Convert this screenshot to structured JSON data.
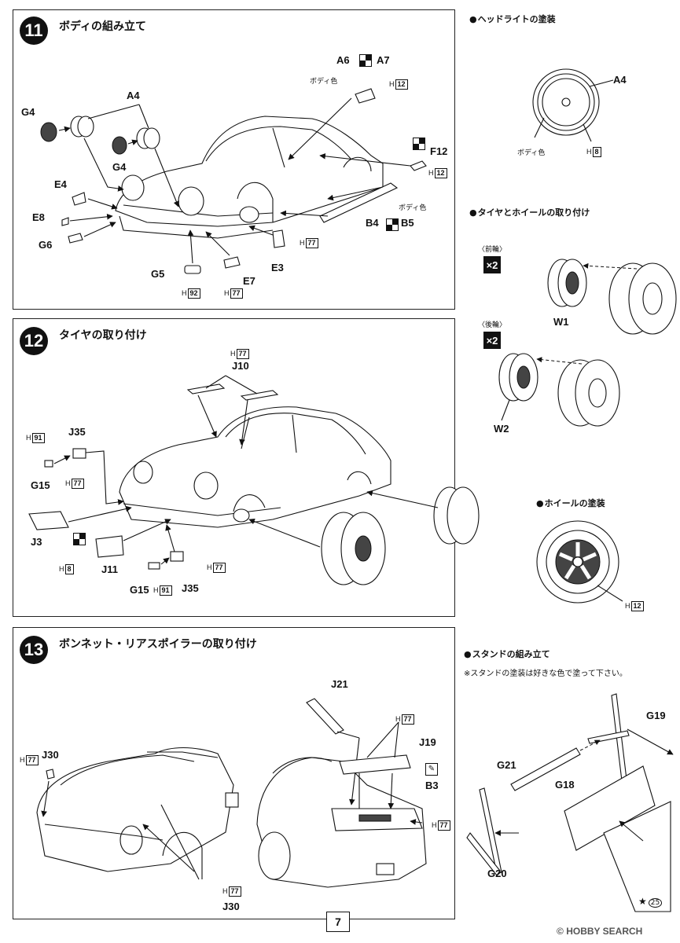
{
  "steps": [
    {
      "num": "11",
      "title": "ボディの組み立て"
    },
    {
      "num": "12",
      "title": "タイヤの取り付け"
    },
    {
      "num": "13",
      "title": "ボンネット・リアスポイラーの取り付け"
    }
  ],
  "step11": {
    "labels": {
      "a6": "A6",
      "a7": "A7",
      "a4": "A4",
      "g4a": "G4",
      "g4b": "G4",
      "f12": "F12",
      "e4": "E4",
      "e8": "E8",
      "g6": "G6",
      "g5": "G5",
      "e7": "E7",
      "e3": "E3",
      "b4": "B4",
      "b5": "B5"
    },
    "body_color_1": "ボディ色",
    "body_color_2": "ボディ色",
    "h_a6": "12",
    "h_f12": "12",
    "h_e3": "77",
    "h_g5": "92",
    "h_e7": "77"
  },
  "step12": {
    "labels": {
      "j10": "J10",
      "j35a": "J35",
      "g15a": "G15",
      "j3": "J3",
      "j11": "J11",
      "g15b": "G15",
      "j35b": "J35"
    },
    "h_j10": "77",
    "h_g15a": "91",
    "h_j35a": "77",
    "h_j3": "8",
    "h_g15b": "91",
    "h_j35b": "77"
  },
  "step13": {
    "labels": {
      "j21": "J21",
      "j19": "J19",
      "b3": "B3",
      "j30a": "J30",
      "j30b": "J30"
    },
    "h_j21": "77",
    "h_b3": "77",
    "h_j30a": "77",
    "h_j30b": "77"
  },
  "side": {
    "headlight": {
      "title": "ヘッドライトの塗装",
      "a4": "A4",
      "body_color": "ボディ色",
      "h": "8"
    },
    "tire": {
      "title": "タイヤとホイールの取り付け",
      "front": "〈前輪〉",
      "rear": "〈後輪〉",
      "qty_front": "×2",
      "qty_rear": "×2",
      "w1": "W1",
      "w2": "W2"
    },
    "wheel_paint": {
      "title": "ホイールの塗装",
      "h": "12"
    },
    "stand": {
      "title": "スタンドの組み立て",
      "note": "※スタンドの塗装は好きな色で塗って下さい。",
      "g19": "G19",
      "g21": "G21",
      "g18": "G18",
      "g20": "G20",
      "star_num": "25"
    }
  },
  "h_prefix": "H",
  "page_number": "7",
  "watermark": "HOBBY SEARCH"
}
